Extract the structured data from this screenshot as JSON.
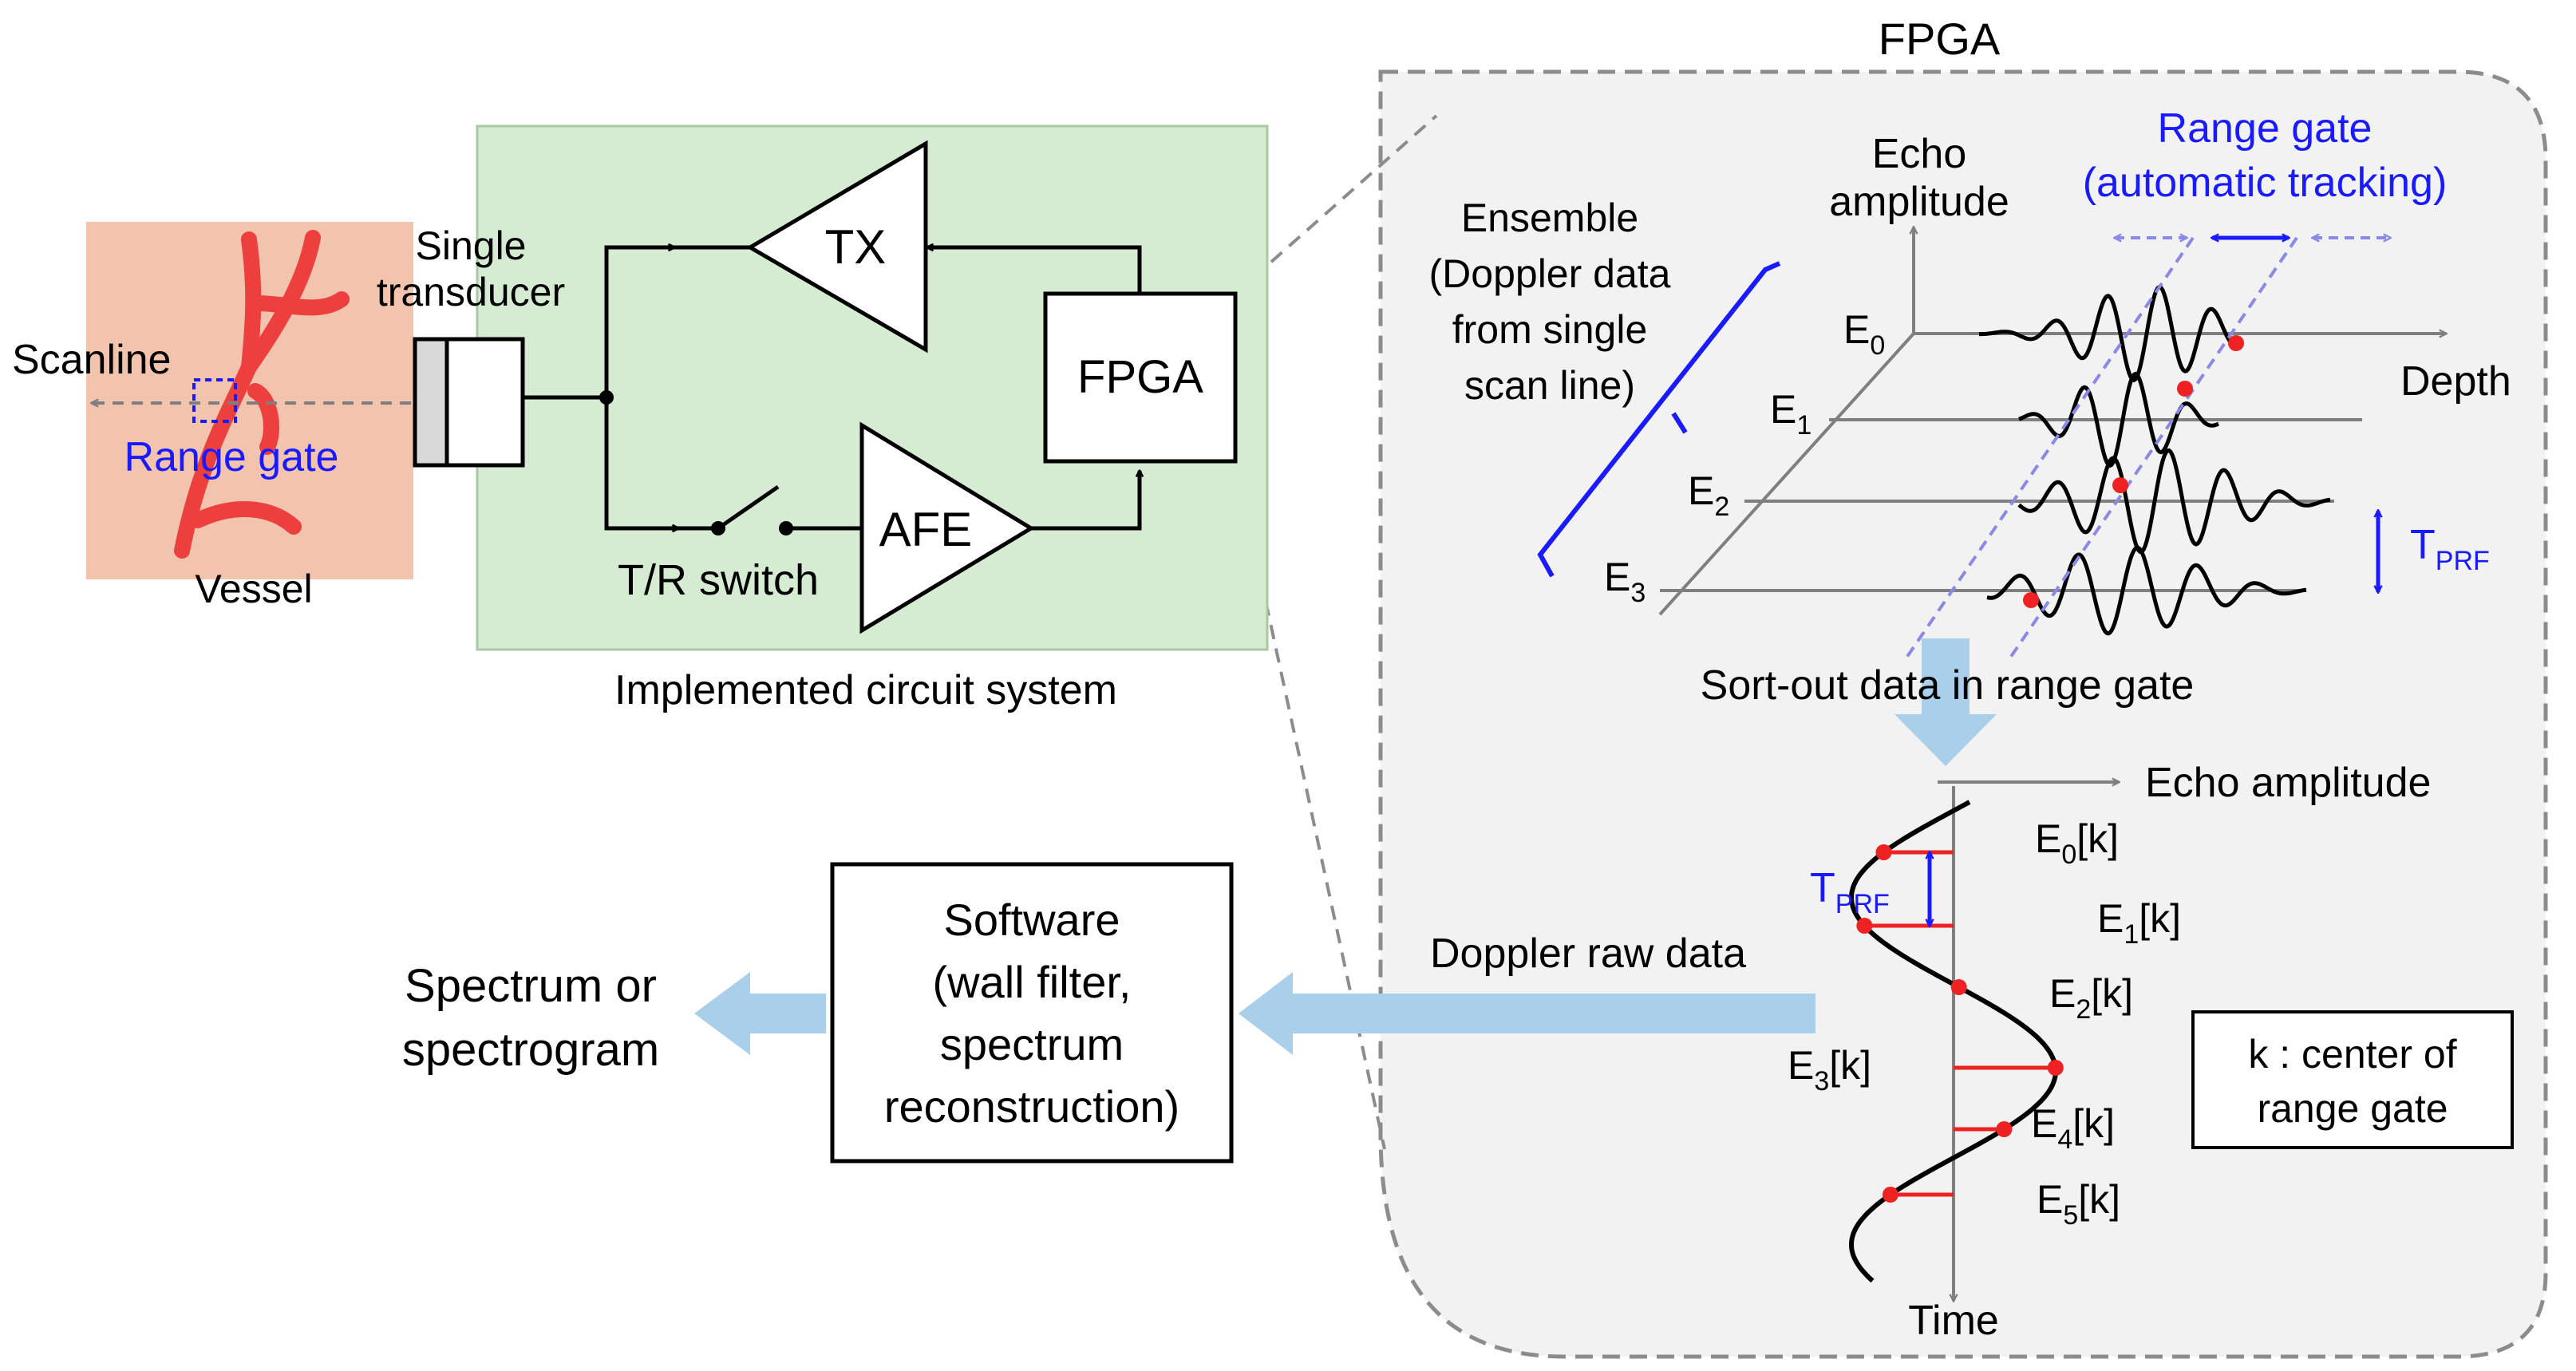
{
  "fpga_region_title": "FPGA",
  "circuit": {
    "caption": "Implemented circuit system",
    "tx": "TX",
    "afe": "AFE",
    "fpga": "FPGA",
    "tr_switch": "T/R switch",
    "transducer_line1": "Single",
    "transducer_line2": "transducer"
  },
  "vessel_panel": {
    "scanline": "Scanline",
    "range_gate": "Range gate",
    "vessel": "Vessel"
  },
  "echo_plot": {
    "y_axis_line1": "Echo",
    "y_axis_line2": "amplitude",
    "x_axis": "Depth",
    "range_gate_line1": "Range gate",
    "range_gate_line2": "(automatic tracking)",
    "ensemble_line1": "Ensemble",
    "ensemble_line2": "(Doppler data",
    "ensemble_line3": "from single",
    "ensemble_line4": "scan line)",
    "echo_labels": [
      {
        "base": "E",
        "sub": "0"
      },
      {
        "base": "E",
        "sub": "1"
      },
      {
        "base": "E",
        "sub": "2"
      },
      {
        "base": "E",
        "sub": "3"
      }
    ],
    "tprf_base": "T",
    "tprf_sub": "PRF"
  },
  "sort_label": "Sort-out data in range gate",
  "time_plot": {
    "x_axis": "Echo amplitude",
    "y_axis": "Time",
    "tprf_base": "T",
    "tprf_sub": "PRF",
    "samples": [
      {
        "base": "E",
        "sub": "0",
        "suffix": "[k]"
      },
      {
        "base": "E",
        "sub": "1",
        "suffix": "[k]"
      },
      {
        "base": "E",
        "sub": "2",
        "suffix": "[k]"
      },
      {
        "base": "E",
        "sub": "3",
        "suffix": "[k]"
      },
      {
        "base": "E",
        "sub": "4",
        "suffix": "[k]"
      },
      {
        "base": "E",
        "sub": "5",
        "suffix": "[k]"
      }
    ]
  },
  "legend_line1": "k : center of",
  "legend_line2": "range gate",
  "doppler_raw": "Doppler raw data",
  "software": {
    "line1": "Software",
    "line2": "(wall filter,",
    "line3": "spectrum",
    "line4": "reconstruction)"
  },
  "output_line1": "Spectrum or",
  "output_line2": "spectrogram",
  "colors": {
    "circuit_bg": "#d6ecd2",
    "vessel_bg": "#f2c3ad",
    "vessel": "#ee3f3f",
    "fpga_bg": "#f2f2f2",
    "arrow_fill": "#a9cfea",
    "blue_text": "#1a1aff",
    "sample_red": "#ee2222"
  }
}
